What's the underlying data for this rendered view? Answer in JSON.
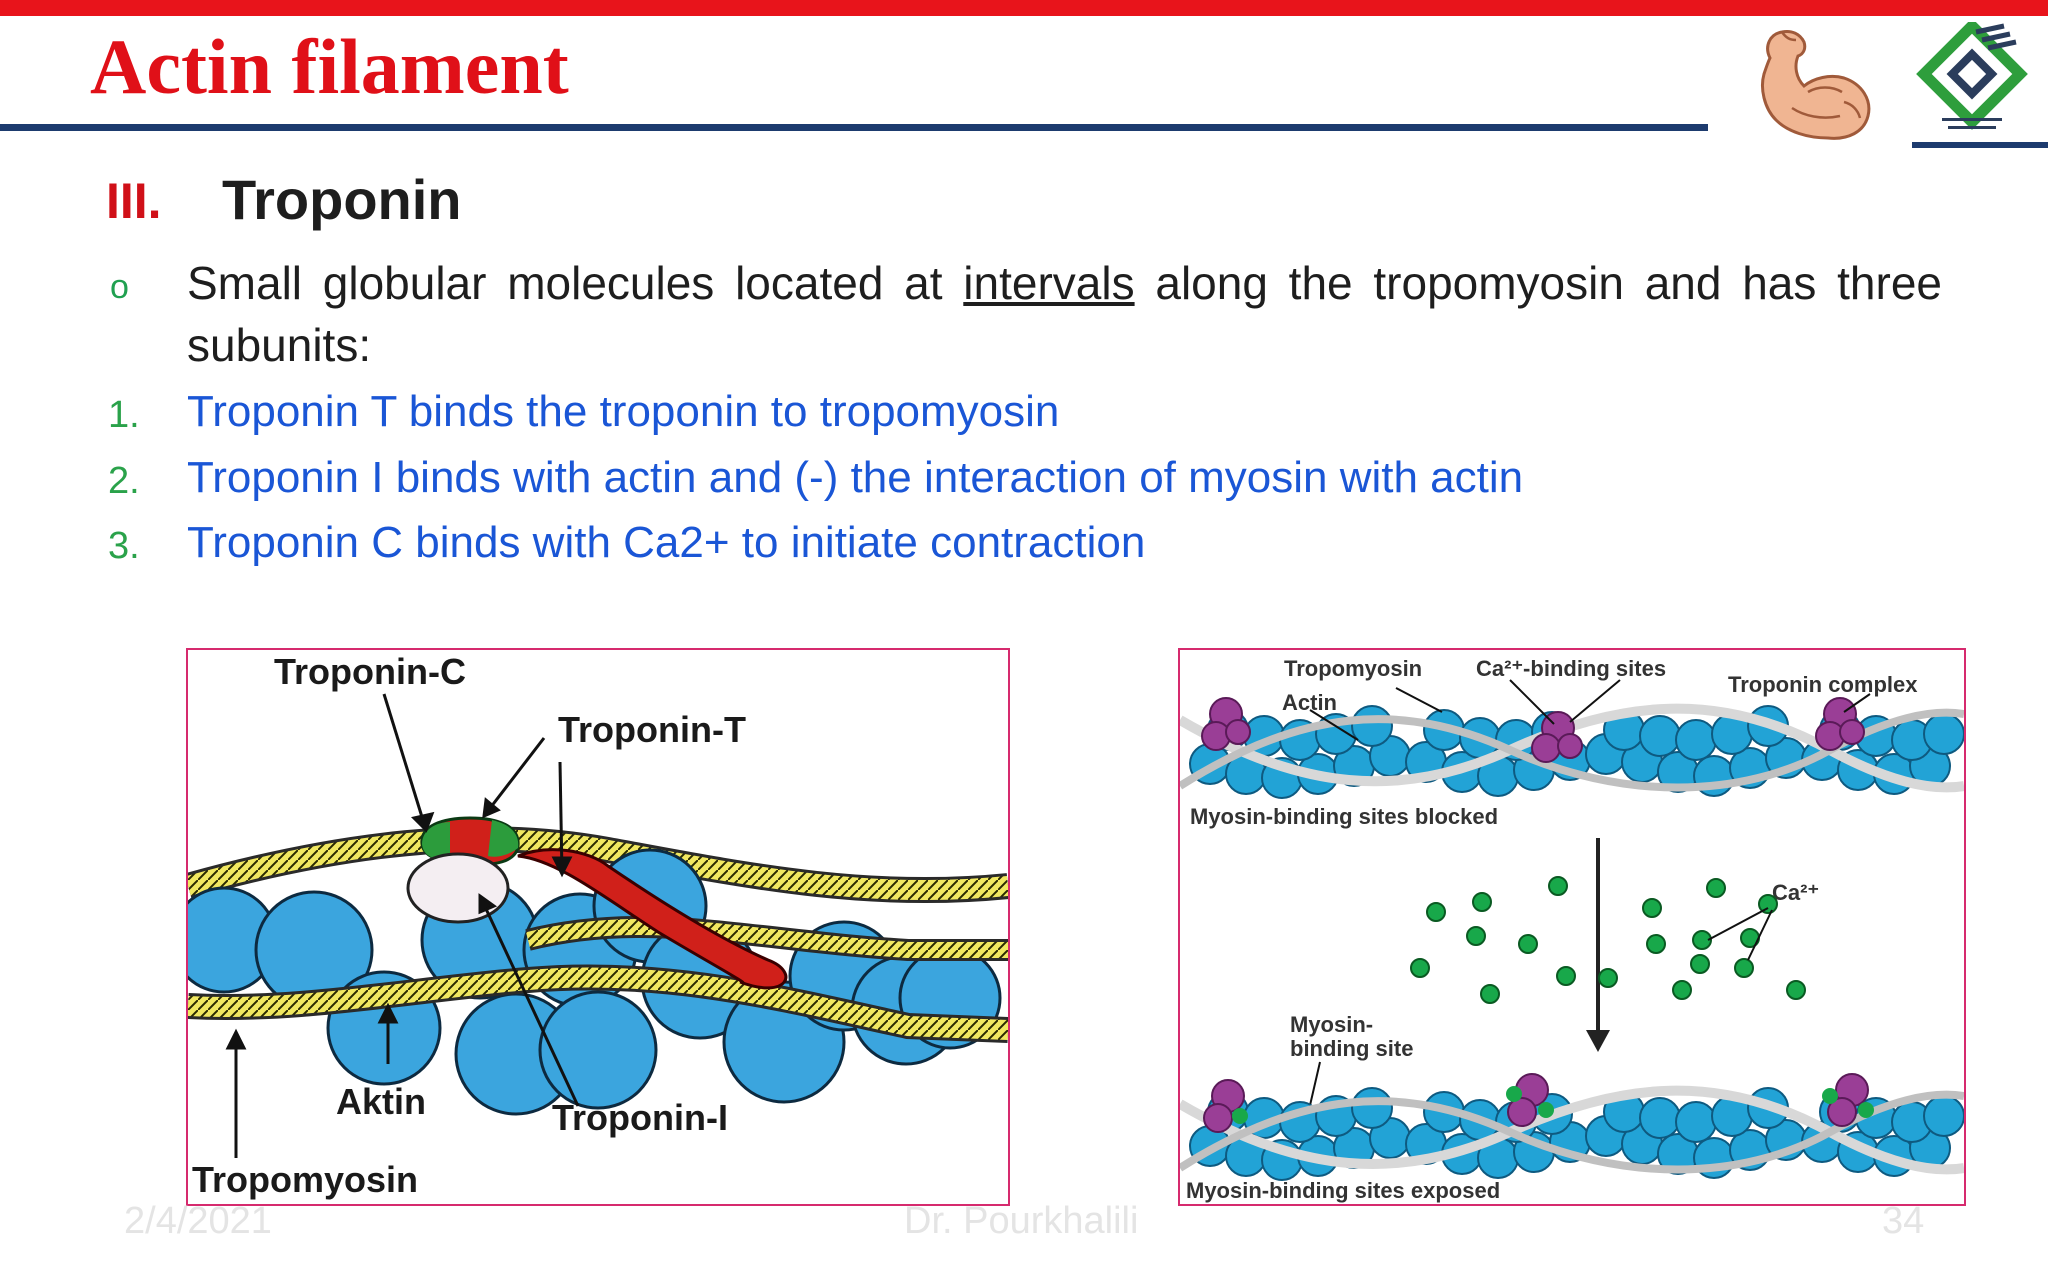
{
  "slide": {
    "title": "Actin filament",
    "section_number": "III.",
    "section_title": "Troponin",
    "bullet_symbol": "o",
    "body_before": "Small globular molecules located at ",
    "body_underlined": "intervals",
    "body_after": " along the tropomyosin and has three subunits:",
    "list": [
      {
        "num": "1.",
        "text": "Troponin T binds the troponin to tropomyosin"
      },
      {
        "num": "2.",
        "text": "Troponin I binds with actin and (-) the interaction of myosin with actin"
      },
      {
        "num": "3.",
        "text": "Troponin C binds with Ca2+ to initiate contraction"
      }
    ]
  },
  "figure_left": {
    "labels": {
      "troponin_c": "Troponin-C",
      "troponin_t": "Troponin-T",
      "aktin": "Aktin",
      "troponin_i": "Troponin-I",
      "tropomyosin": "Tropomyosin"
    }
  },
  "figure_right": {
    "labels": {
      "tropomyosin": "Tropomyosin",
      "ca_binding_sites": "Ca²⁺-binding sites",
      "actin": "Actin",
      "troponin_complex": "Troponin complex",
      "blocked": "Myosin-binding sites blocked",
      "ca_ion": "Ca²⁺",
      "myosin_binding_site_line1": "Myosin-",
      "myosin_binding_site_line2": "binding site",
      "exposed": "Myosin-binding sites exposed"
    }
  },
  "footer": {
    "date": "2/4/2021",
    "author": "Dr. Pourkhalili",
    "page": "34"
  },
  "colors": {
    "title_red": "#e01018",
    "rule_navy": "#1d3b6e",
    "list_blue": "#1a56d6",
    "list_green": "#2aa24a",
    "frame_pink": "#d62a6e",
    "actin_blue": "#3ba5de",
    "troponin_purple": "#8e3b8c",
    "calcium_green": "#18a84a"
  },
  "icons": [
    "flexed-arm-icon",
    "institution-logo"
  ]
}
